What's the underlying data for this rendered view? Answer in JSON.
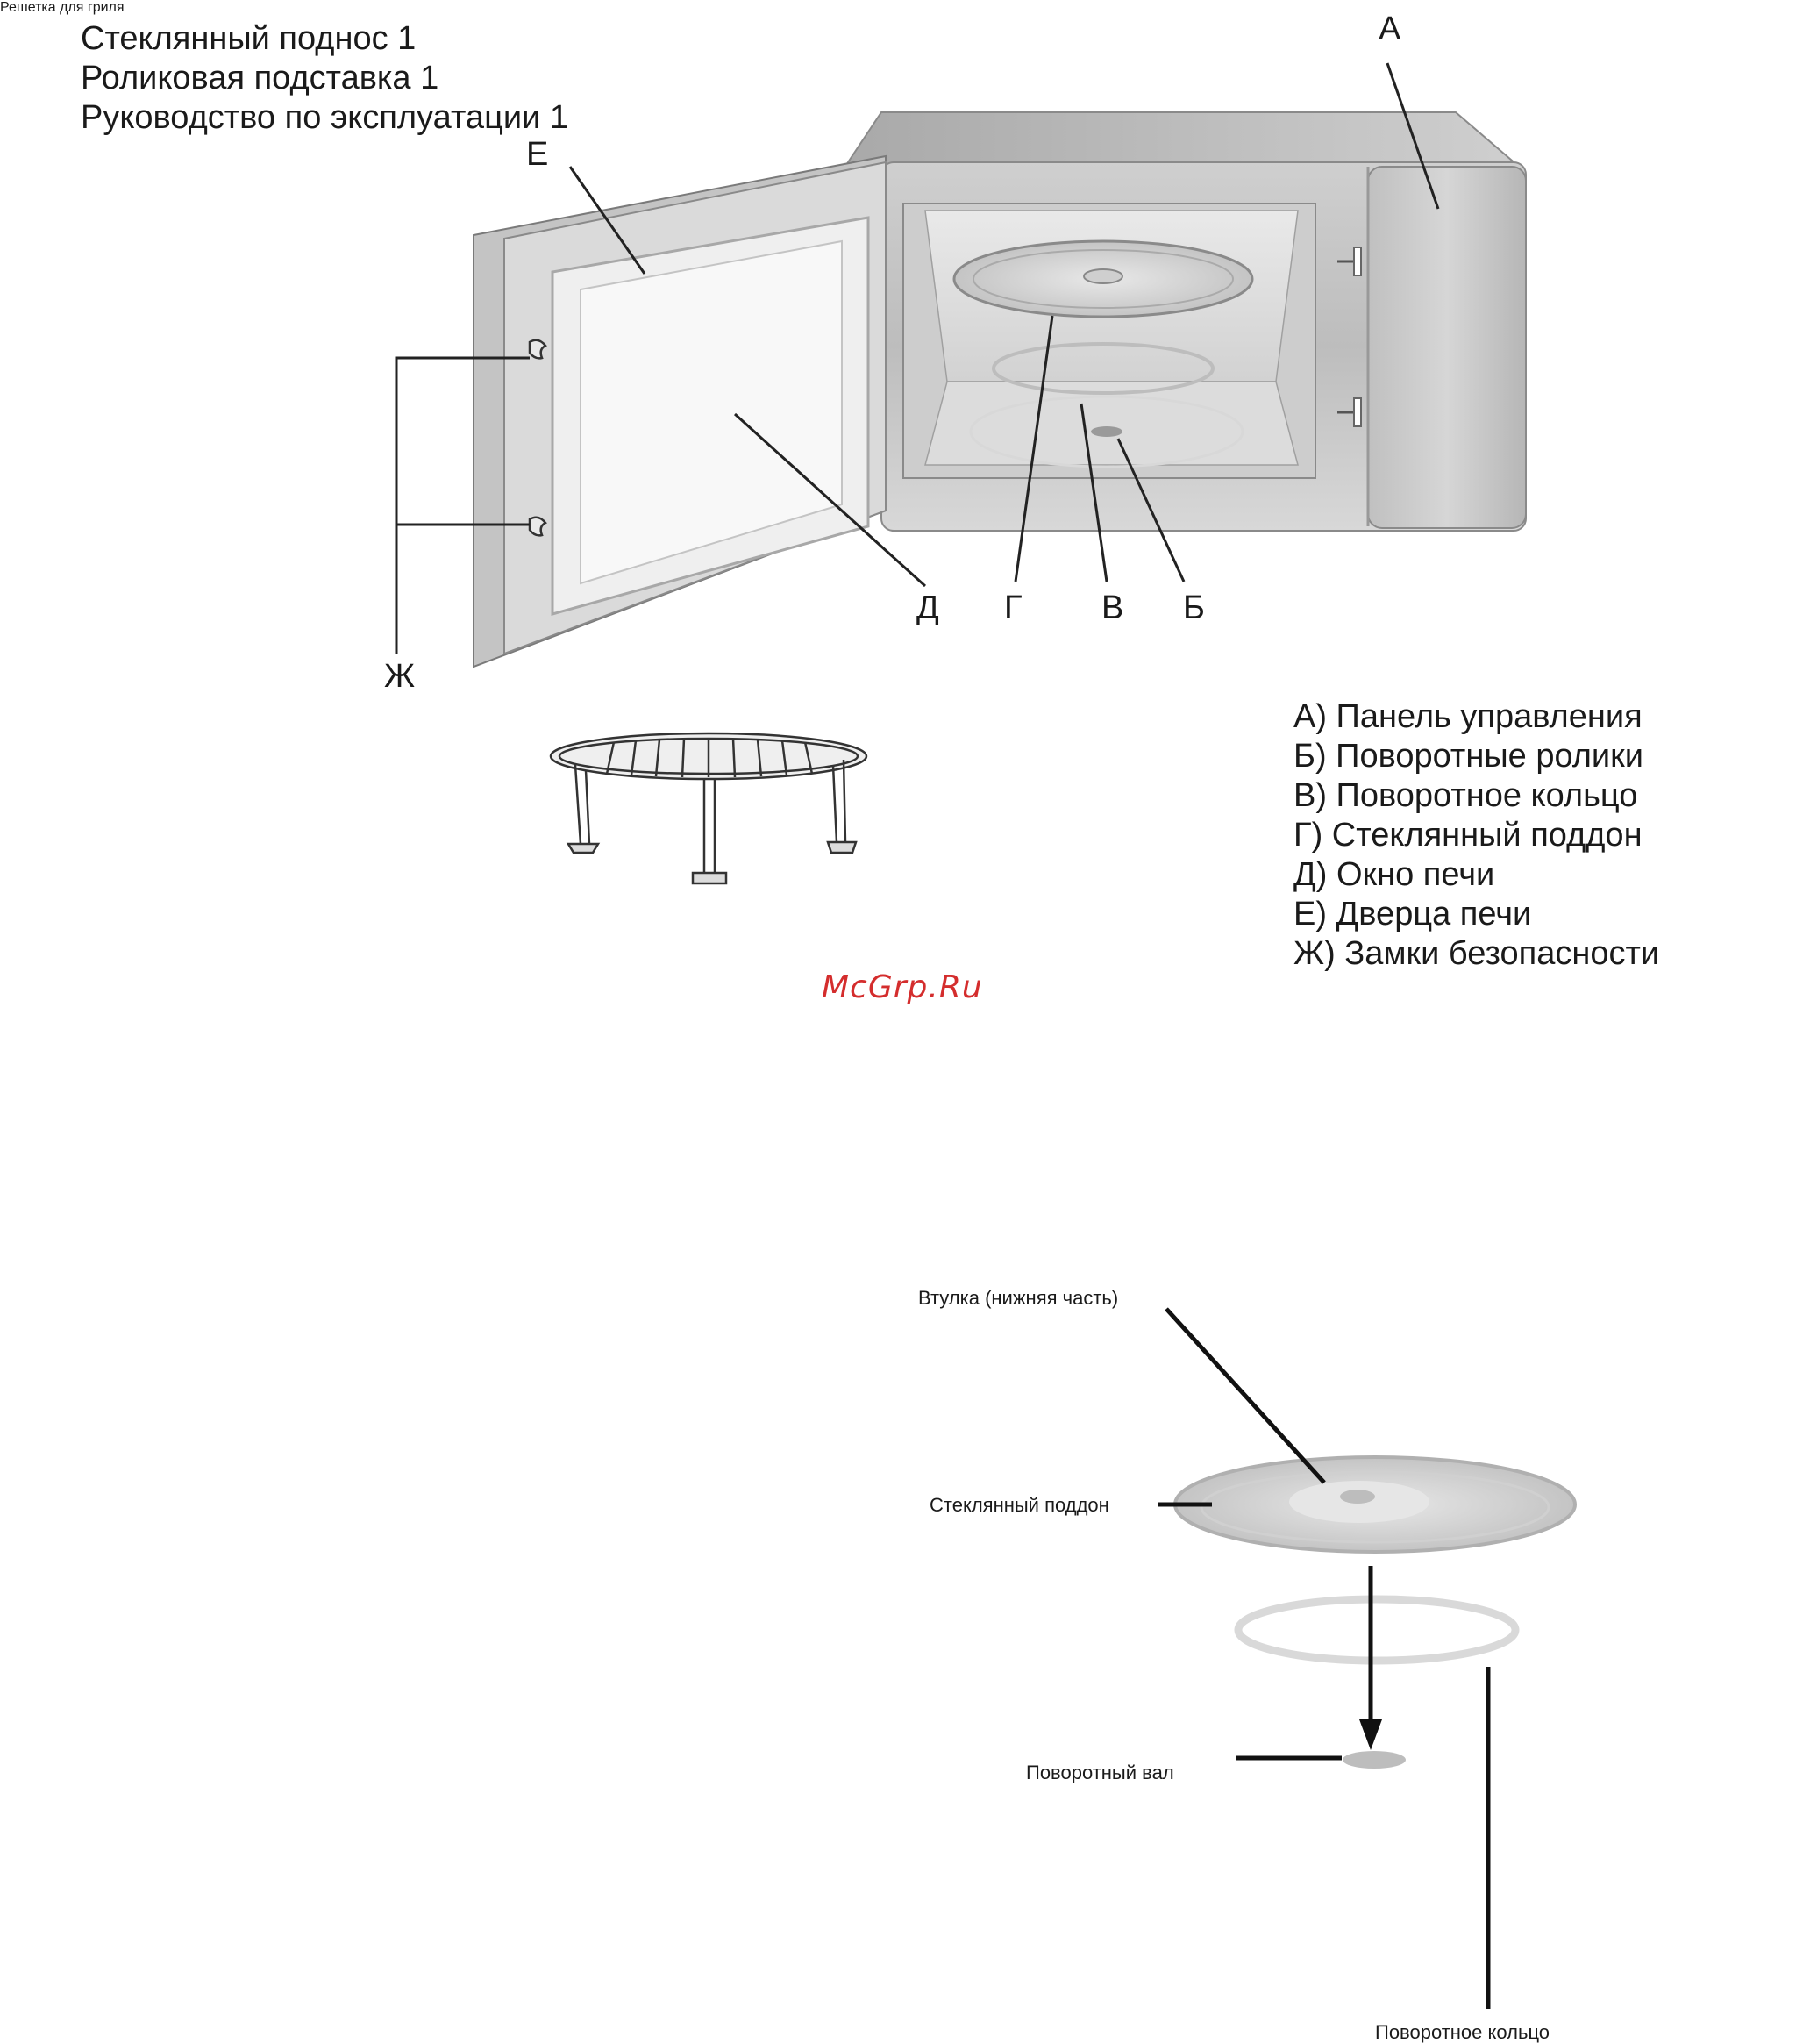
{
  "accessories": [
    "Стеклянный поднос 1",
    "Роликовая подставка 1",
    "Руководство по эксплуатации 1"
  ],
  "letters": {
    "a": "А",
    "b": "Б",
    "v": "В",
    "g": "Г",
    "d": "Д",
    "e": "Е",
    "zh": "Ж"
  },
  "legend": [
    "А) Панель управления",
    "Б) Поворотные ролики",
    "В) Поворотное кольцо",
    "Г) Стеклянный поддон",
    "Д) Окно печи",
    "Е) Дверца печи",
    "Ж) Замки безопасности"
  ],
  "grill_caption": "Решетка для гриля",
  "watermark": "McGrp.Ru",
  "turntable_labels": {
    "hub": "Втулка (нижняя часть)",
    "glass_tray": "Стеклянный поддон",
    "shaft": "Поворотный вал",
    "ring": "Поворотное кольцо"
  }
}
